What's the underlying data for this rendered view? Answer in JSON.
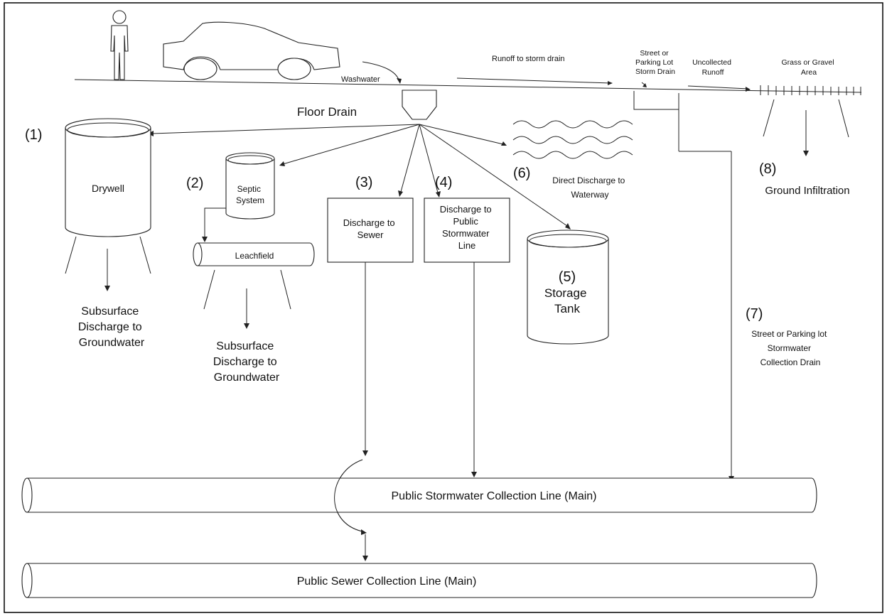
{
  "labels": {
    "washwater": "Washwater",
    "runoff_to_storm_drain": "Runoff to storm drain",
    "street_storm_drain": [
      "Street or",
      "Parking Lot",
      "Storm Drain"
    ],
    "uncollected_runoff": [
      "Uncollected",
      "Runoff"
    ],
    "grass_gravel_area": [
      "Grass or Gravel",
      "Area"
    ],
    "floor_drain": "Floor Drain"
  },
  "outlets": [
    {
      "number": "(1)",
      "name": "Drywell",
      "result": [
        "Subsurface",
        "Discharge to",
        "Groundwater"
      ]
    },
    {
      "number": "(2)",
      "name": [
        "Septic",
        "System"
      ],
      "sub": "Leachfield",
      "result": [
        "Subsurface",
        "Discharge to",
        "Groundwater"
      ]
    },
    {
      "number": "(3)",
      "name": [
        "Discharge to",
        "Sewer"
      ]
    },
    {
      "number": "(4)",
      "name": [
        "Discharge to",
        "Public",
        "Stormwater",
        "Line"
      ]
    },
    {
      "number": "(5)",
      "name": [
        "Storage",
        "Tank"
      ]
    },
    {
      "number": "(6)",
      "name": [
        "Direct Discharge to",
        "Waterway"
      ]
    },
    {
      "number": "(7)",
      "name": [
        "Street or Parking lot",
        "Stormwater",
        "Collection Drain"
      ]
    },
    {
      "number": "(8)",
      "name": "Ground Infiltration"
    }
  ],
  "mains": {
    "stormwater": "Public Stormwater Collection Line (Main)",
    "sewer": "Public Sewer Collection Line (Main)"
  }
}
